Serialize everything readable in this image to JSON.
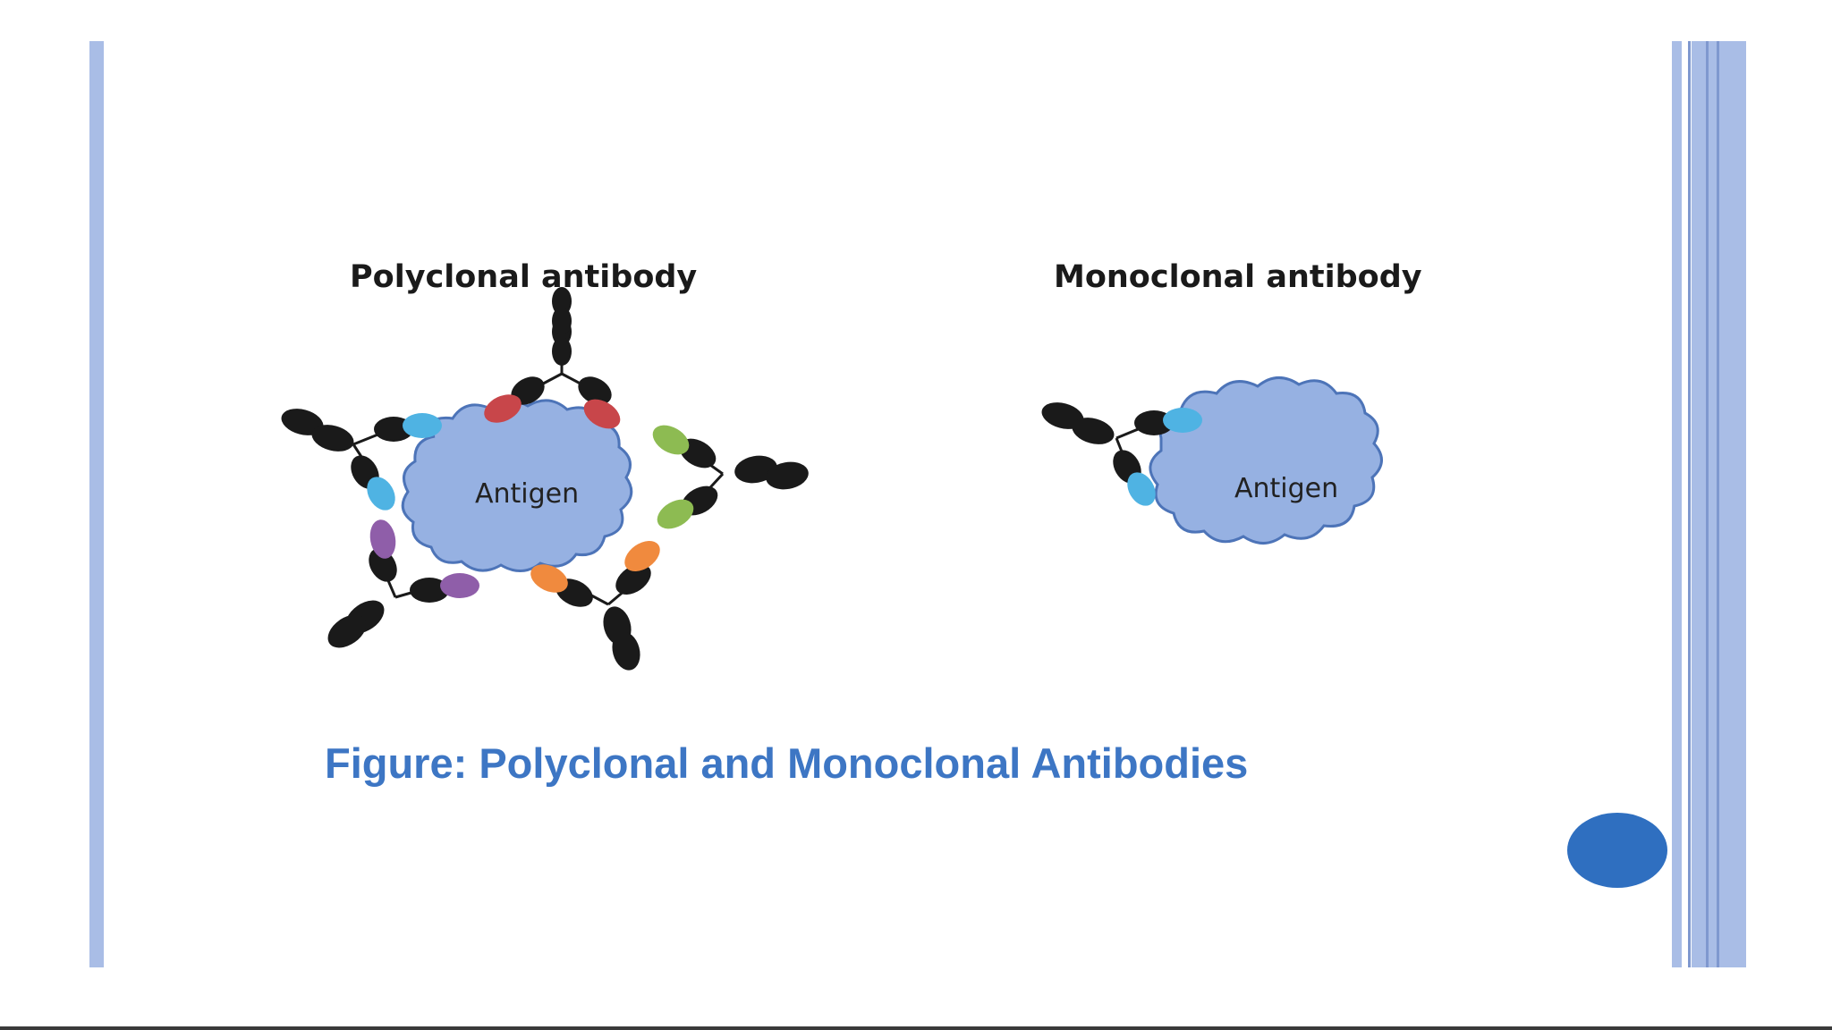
{
  "slide": {
    "polyclonal_title": "Polyclonal antibody",
    "monoclonal_title": "Monoclonal antibody",
    "antigen_label_left": "Antigen",
    "antigen_label_right": "Antigen",
    "caption": "Figure: Polyclonal and Monoclonal Antibodies"
  },
  "colors": {
    "antigen_fill": "#96b1e2",
    "antigen_stroke": "#4d74b8",
    "heavy_chain": "#1a1a1a",
    "caption_text": "#3d76c4",
    "side_bars": "#a9bde6",
    "nav_dot": "#2f6fc0",
    "binding_tips": [
      "#4fb3e3",
      "#c8464a",
      "#8dbb52",
      "#f08a3e",
      "#8f5ea9"
    ]
  },
  "icons": {
    "nav_button": "circle-button-icon"
  }
}
